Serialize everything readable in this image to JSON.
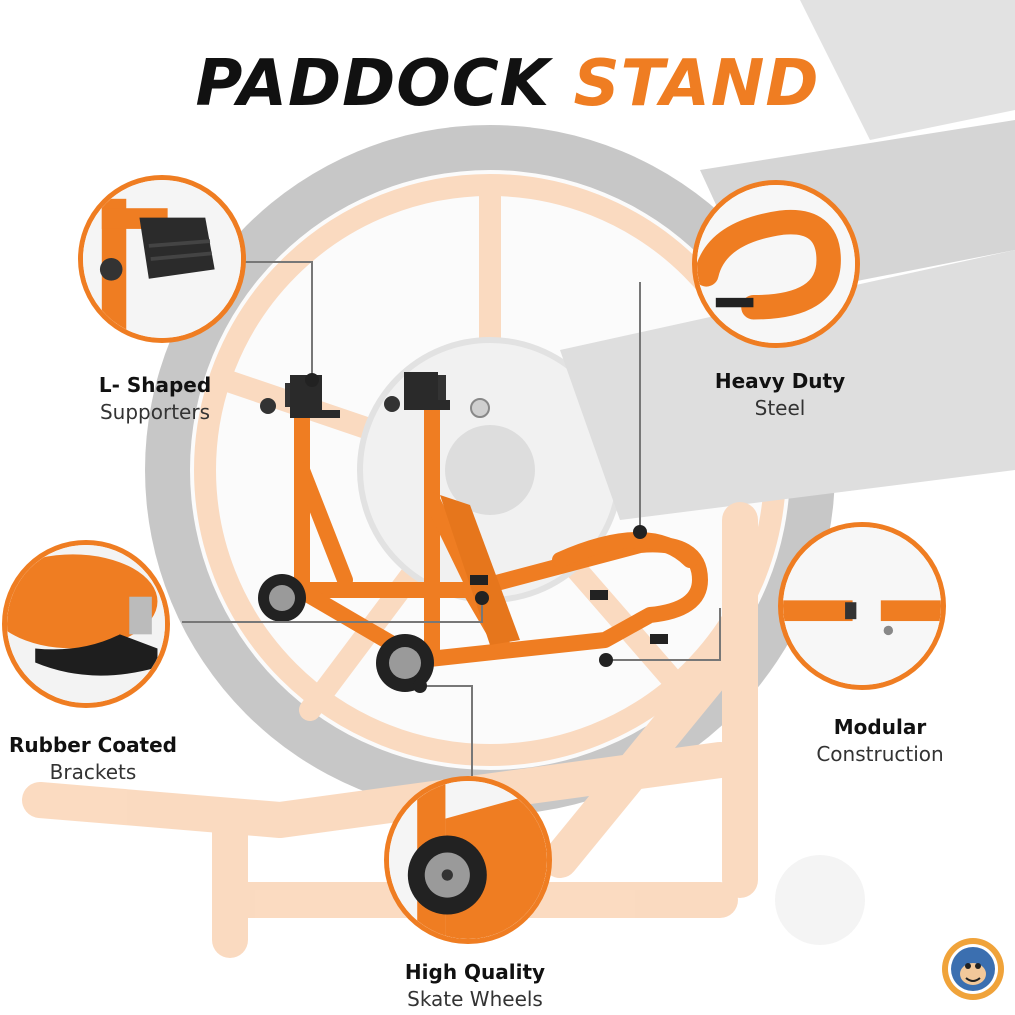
{
  "title": {
    "word1": "PADDOCK",
    "word2": "STAND"
  },
  "callouts": [
    {
      "key": "l-shaped",
      "line1": "L- Shaped",
      "line2": "Supporters"
    },
    {
      "key": "heavy-duty",
      "line1": "Heavy Duty",
      "line2": "Steel"
    },
    {
      "key": "rubber-coated",
      "line1": "Rubber Coated",
      "line2": "Brackets"
    },
    {
      "key": "modular",
      "line1": "Modular",
      "line2": "Construction"
    },
    {
      "key": "skate-wheels",
      "line1": "High Quality",
      "line2": "Skate Wheels"
    }
  ],
  "colors": {
    "accent": "#ef7d22",
    "text_dark": "#111111",
    "text_body": "#333333"
  },
  "icons": [
    "grand-pitstop-logo-icon",
    "mascot-badge-icon"
  ]
}
